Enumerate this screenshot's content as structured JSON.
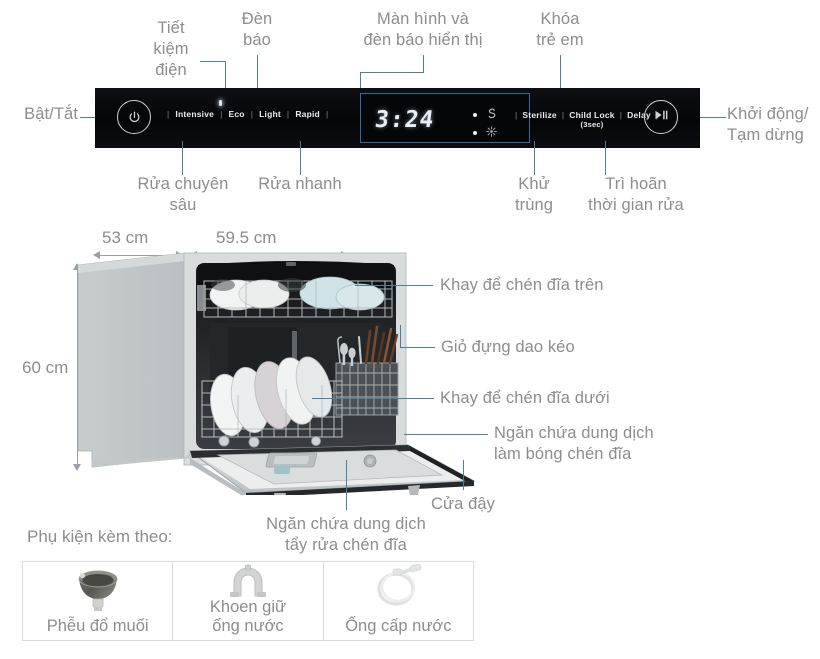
{
  "panel": {
    "power_icon": "power-icon",
    "start_pause_icon": "play-pause-icon",
    "programs": [
      {
        "label": "Intensive"
      },
      {
        "label": "Eco"
      },
      {
        "label": "Light"
      },
      {
        "label": "Rapid"
      }
    ],
    "functions": [
      {
        "label": "Sterilize",
        "sub": ""
      },
      {
        "label": "Child Lock",
        "sub": "(3sec)"
      },
      {
        "label": "Delay",
        "sub": ""
      }
    ],
    "separator": "|",
    "display": {
      "time": "3:24",
      "indicators": [
        {
          "icon": "salt-icon",
          "glyph": "S"
        },
        {
          "icon": "rinse-aid-icon",
          "glyph": "✳"
        }
      ]
    }
  },
  "callouts": {
    "power": "Bật/Tắt",
    "eco": "Tiết\nkiệm\nđiện",
    "indicator_light": "Đèn\nbáo",
    "display": "Màn hình và\nđèn báo hiển thị",
    "child_lock": "Khóa\ntrẻ em",
    "start_pause": "Khởi động/\nTạm dừng",
    "intensive": "Rửa chuyên\nsâu",
    "rapid": "Rửa nhanh",
    "sterilize": "Khử\ntrùng",
    "delay": "Trì hoãn\nthời gian rửa"
  },
  "dimensions": {
    "depth": "53 cm",
    "width": "59.5 cm",
    "height": "60 cm"
  },
  "parts": {
    "upper_rack": "Khay để chén đĩa trên",
    "cutlery_basket": "Giỏ đựng dao kéo",
    "lower_rack": "Khay để chén đĩa dưới",
    "rinse_aid": "Ngăn chứa dung dịch\nlàm bóng chén đĩa",
    "door": "Cửa đậy",
    "detergent": "Ngăn chứa dung dịch\ntẩy rửa chén đĩa"
  },
  "accessories": {
    "title": "Phụ kiện kèm theo:",
    "items": [
      {
        "label": "Phễu đổ muối",
        "icon": "funnel-icon"
      },
      {
        "label": "Khoen giữ\nống nước",
        "icon": "hose-clip-icon"
      },
      {
        "label": "Ống cấp nước",
        "icon": "water-hose-icon"
      }
    ]
  },
  "colors": {
    "text": "#8d8d8d",
    "leader": "#4c7f9c",
    "panel": "#090a0c",
    "lcd": "#e8eef4",
    "dim": "#9aa0a6"
  }
}
